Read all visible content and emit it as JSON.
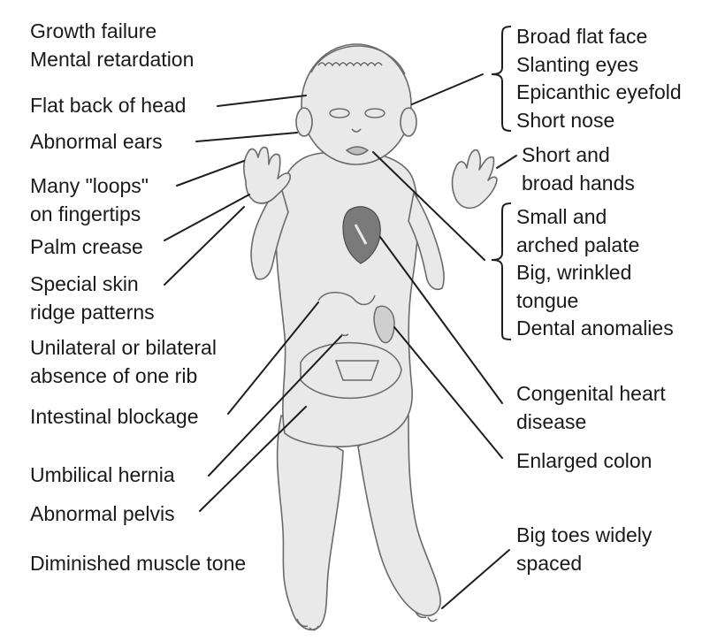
{
  "left_labels": {
    "growth_failure": "Growth failure",
    "mental_retardation": "Mental retardation",
    "flat_back_of_head": "Flat back of head",
    "abnormal_ears": "Abnormal ears",
    "many_loops_line1": "Many \"loops\"",
    "many_loops_line2": "on fingertips",
    "palm_crease": "Palm crease",
    "special_skin_line1": "Special skin",
    "special_skin_line2": "ridge patterns",
    "rib_line1": "Unilateral or bilateral",
    "rib_line2": "absence of one rib",
    "intestinal_blockage": "Intestinal blockage",
    "umbilical_hernia": "Umbilical hernia",
    "abnormal_pelvis": "Abnormal pelvis",
    "diminished_muscle_tone": "Diminished muscle tone"
  },
  "right_labels": {
    "broad_flat_face": "Broad flat face",
    "slanting_eyes": "Slanting eyes",
    "epicanthic_eyefold": "Epicanthic eyefold",
    "short_nose": "Short nose",
    "hands_line1": "Short and",
    "hands_line2": "broad hands",
    "palate_line1": "Small and",
    "palate_line2": "arched palate",
    "tongue_line1": "Big, wrinkled",
    "tongue_line2": "tongue",
    "dental_anomalies": "Dental anomalies",
    "heart_line1": "Congenital heart",
    "heart_line2": "disease",
    "enlarged_colon": "Enlarged colon",
    "toes_line1": "Big toes widely",
    "toes_line2": "spaced"
  },
  "colors": {
    "body_fill": "#e9e9e9",
    "outline": "#6a6a6a",
    "leader": "#1e1e1e",
    "heart": "#7a7a7a",
    "text": "#1a1a1a"
  }
}
